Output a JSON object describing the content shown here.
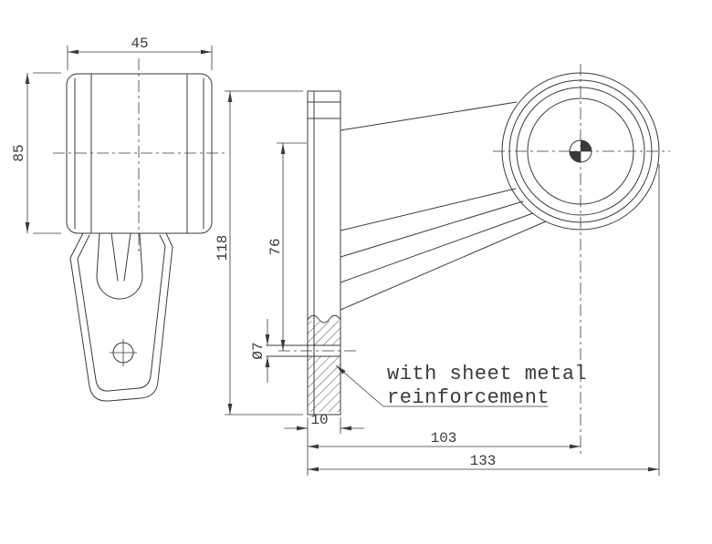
{
  "annotation": {
    "line1": "with sheet metal",
    "line2": "reinforcement"
  },
  "dimensions": {
    "lamp_width": "45",
    "lamp_height": "85",
    "bracket_height": "118",
    "hole_offset": "76",
    "hole_diameter": "Ø7",
    "plate_thickness": "10",
    "arm_length": "103",
    "overall_length": "133"
  },
  "colors": {
    "line": "#3a3a3a",
    "background": "#ffffff"
  }
}
